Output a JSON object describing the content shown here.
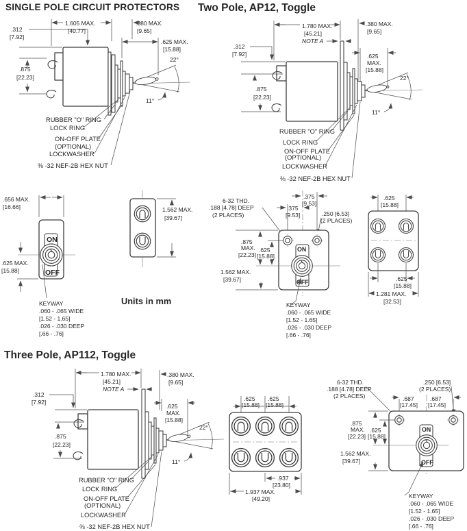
{
  "page": {
    "background": "#ffffff",
    "ink": "#3c3c3c",
    "text_color": "#262626"
  },
  "sections": [
    {
      "title": "SINGLE POLE CIRCUIT PROTECTORS"
    },
    {
      "title": "Two Pole, AP12, Toggle"
    },
    {
      "title": "Three Pole, AP112, Toggle"
    }
  ],
  "units_note": "Units in mm",
  "switch": {
    "on": "ON",
    "off": "OFF"
  },
  "dims": {
    "in312": ".312",
    "mm312": "[7.92]",
    "in1605": "1.605 MAX.",
    "mm1605": "[40.77]",
    "in1780": "1.780 MAX.",
    "mm1780": "[45.21]",
    "noteA": "NOTE A",
    "in380": ".380 MAX.",
    "mm380": "[9.65]",
    "in625max": ".625 MAX.",
    "in625": ".625",
    "max": "MAX.",
    "mm625": "[15.88]",
    "in875": ".875",
    "mm875": "[22.23]",
    "in656": ".656 MAX.",
    "mm656": "[16.66]",
    "in1562": "1.562 MAX.",
    "mm1562": "[39.67]",
    "in375": ".375",
    "mm375": "[9.53]",
    "thd1": "6-32 THD.",
    "thd2": ".188 [4.78] DEEP",
    "places2": "(2 PLACES)",
    "in250": ".250 [6.53]",
    "in1281": "1.281 MAX.",
    "mm1281": "[32.53]",
    "in687": ".687",
    "mm687": "[17.45]",
    "in937": ".937",
    "mm937": "[23.80]",
    "in1937": "1.937 MAX.",
    "mm1937": "[49.20]",
    "deg22": "22°",
    "deg11": "11°"
  },
  "callouts": {
    "oring": "RUBBER \"O\" RING",
    "lockring": "LOCK RING",
    "plate1": "ON-OFF PLATE",
    "plate2": "(OPTIONAL)",
    "washer": "LOCKWASHER",
    "hexnut": "⅜ -32 NEF-2B HEX NUT"
  },
  "keyway": {
    "t": "KEYWAY",
    "w1": ".060 - .065  WIDE",
    "w2": "[1.52 - 1.65]",
    "d1": ".026 - .030 DEEP",
    "d2": "[.66 - .76]"
  }
}
